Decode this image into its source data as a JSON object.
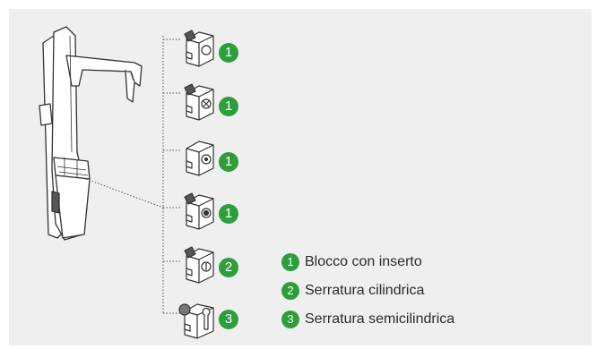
{
  "components": [
    {
      "number": "1"
    },
    {
      "number": "1"
    },
    {
      "number": "1"
    },
    {
      "number": "1"
    },
    {
      "number": "2"
    },
    {
      "number": "3"
    }
  ],
  "legend": [
    {
      "number": "1",
      "label": "Blocco con inserto"
    },
    {
      "number": "2",
      "label": "Serratura cilindrica"
    },
    {
      "number": "3",
      "label": "Serratura semicilindrica"
    }
  ],
  "colors": {
    "panel": "#efefef",
    "badge": "#2e9e3c",
    "line": "#333333"
  }
}
